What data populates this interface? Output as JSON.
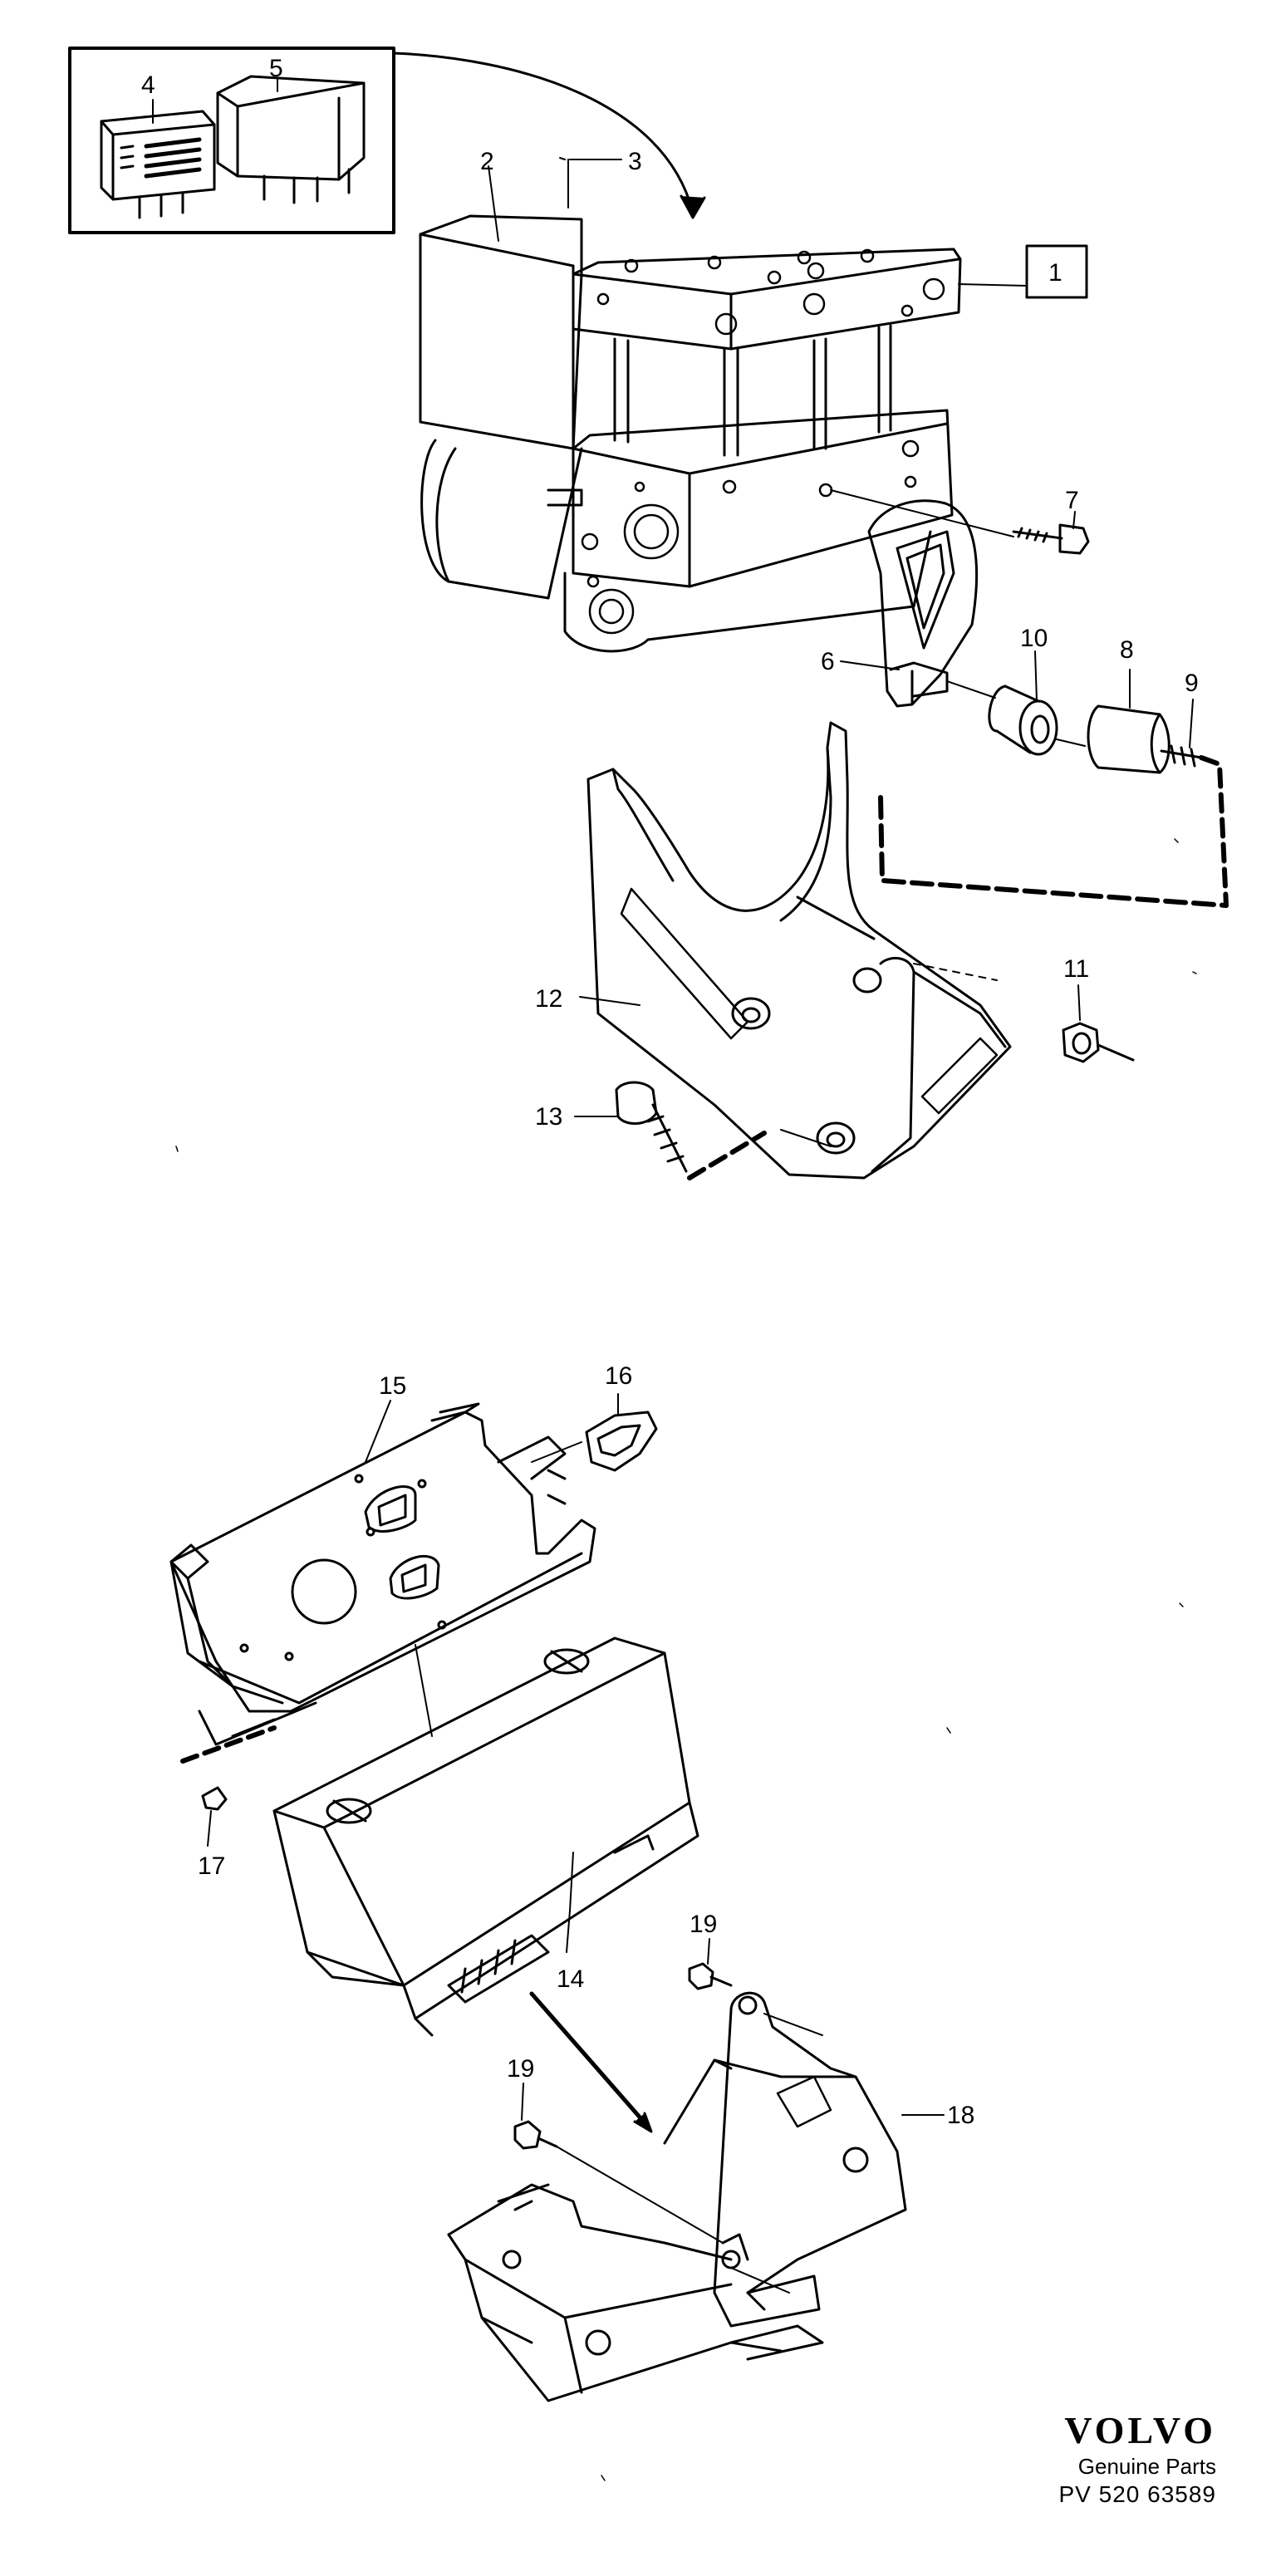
{
  "diagram": {
    "callouts": {
      "p1": "1",
      "p2": "2",
      "p3": "3",
      "p4": "4",
      "p5": "5",
      "p6": "6",
      "p7": "7",
      "p8": "8",
      "p9": "9",
      "p10": "10",
      "p11": "11",
      "p12": "12",
      "p13": "13",
      "p14": "14",
      "p15": "15",
      "p16": "16",
      "p17": "17",
      "p18": "18",
      "p19a": "19",
      "p19b": "19"
    }
  },
  "brand": {
    "logo": "VOLVO",
    "tagline": "Genuine Parts",
    "catalog_number": "PV 520 63589"
  }
}
